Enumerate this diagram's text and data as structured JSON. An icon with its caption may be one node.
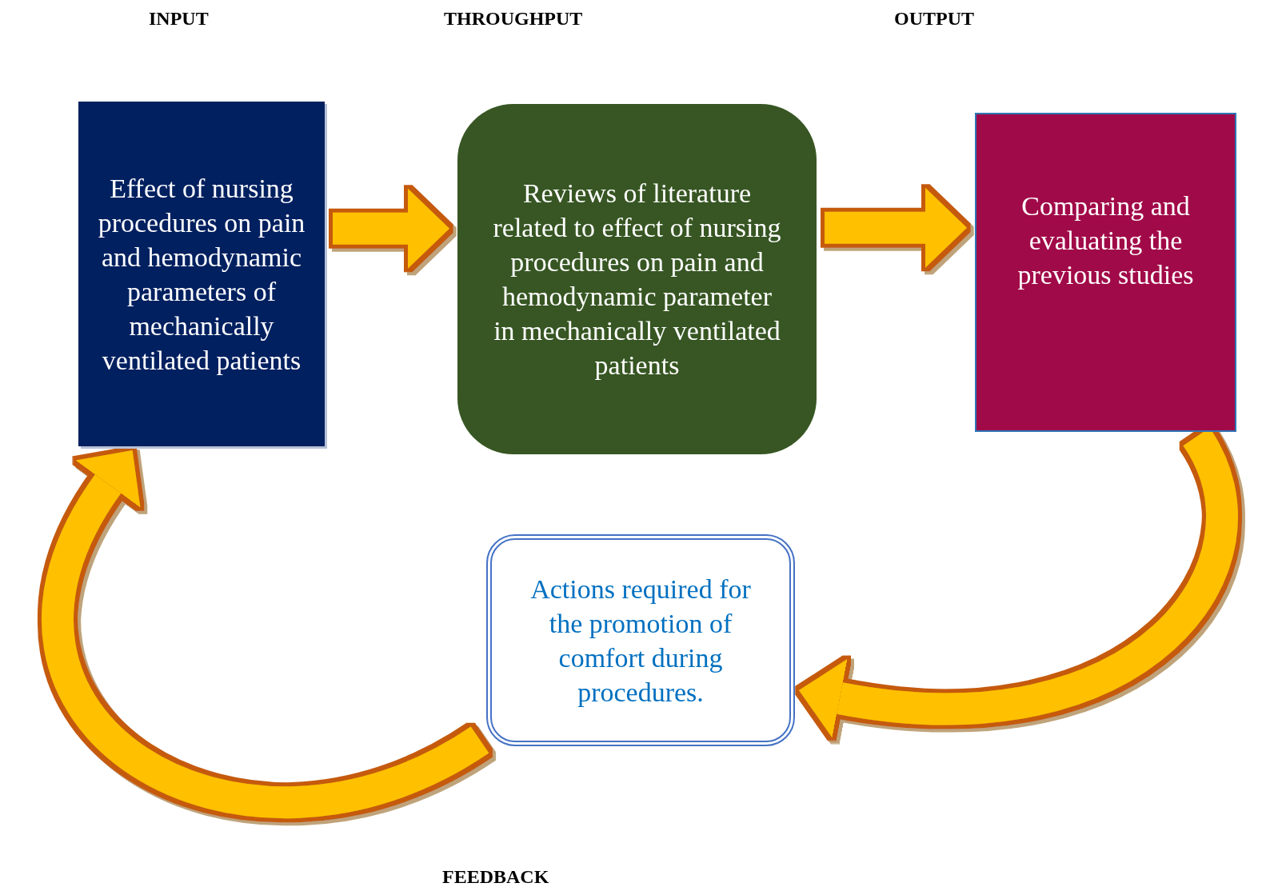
{
  "diagram": {
    "nodes": [
      {
        "text": [
          "Effect of nursing procedures on pain and hemodynamic parameters of mechanically ventilated patients"
        ]
      },
      {
        "text": [
          "Reviews of literature related to effect of nursing procedures on pain and hemodynamic parameter in mechanically ventilated patients"
        ]
      },
      {
        "text": [
          "Comparing and evaluating the previous studies"
        ]
      },
      {
        "text": [
          "Actions required for the promotion of comfort during procedures."
        ]
      }
    ],
    "edges": [
      {
        "from": 0,
        "to": 1,
        "arrow": "to"
      },
      {
        "from": 1,
        "to": 2,
        "arrow": "to"
      },
      {
        "from": 2,
        "to": 3,
        "arrow": "to"
      },
      {
        "from": 3,
        "to": 0,
        "arrow": "to"
      }
    ],
    "labels": [
      "INPUT",
      "THROUGHPUT",
      "OUTPUT",
      "FEEDBACK"
    ]
  }
}
